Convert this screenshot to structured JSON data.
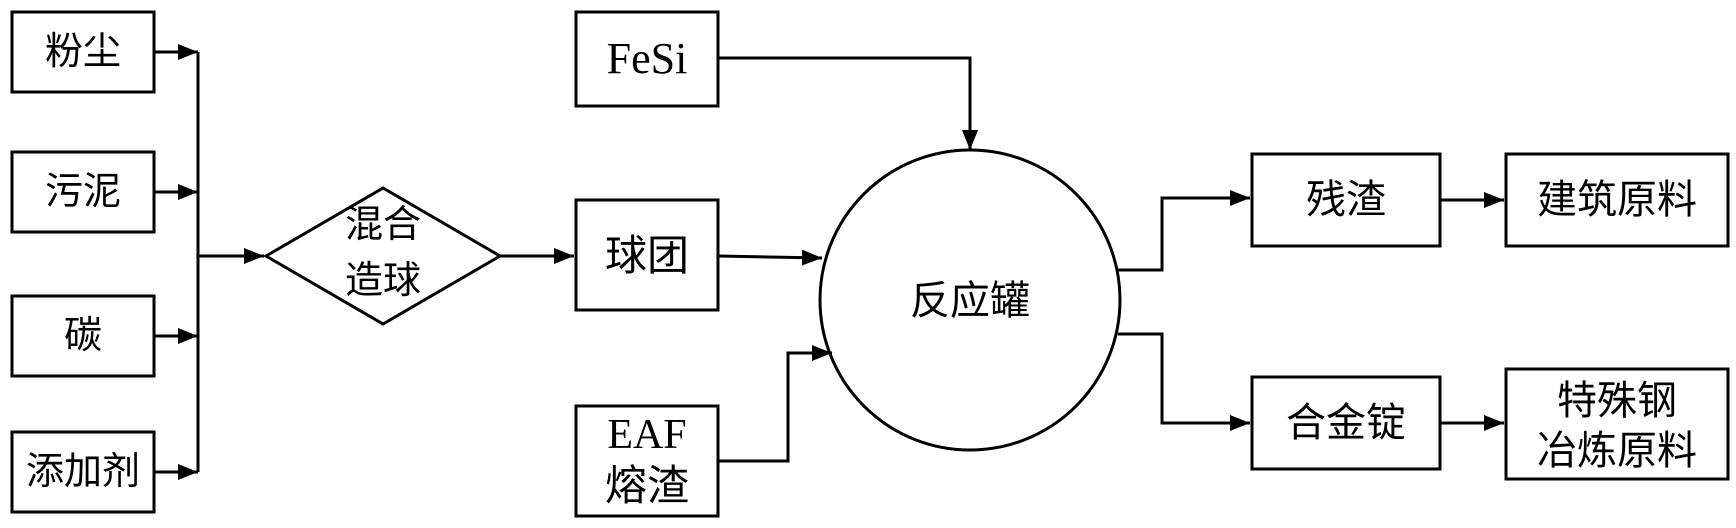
{
  "inputs": {
    "dust": "粉尘",
    "sludge": "污泥",
    "carbon": "碳",
    "additive": "添加剂"
  },
  "mixing": {
    "line1": "混合",
    "line2": "造球"
  },
  "pellet": "球团",
  "fesi": "FeSi",
  "eaf_slag": {
    "line1": "EAF",
    "line2": "熔渣"
  },
  "reactor": "反应罐",
  "residue": "残渣",
  "building_material": "建筑原料",
  "alloy_ingot": "合金锭",
  "special_steel": {
    "line1": "特殊钢",
    "line2": "冶炼原料"
  },
  "colors": {
    "stroke": "#000000",
    "background": "#ffffff"
  }
}
